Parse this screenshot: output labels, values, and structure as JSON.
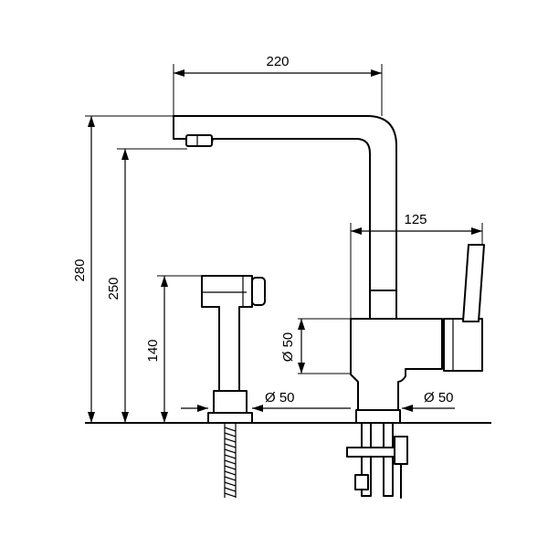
{
  "dimensions": {
    "spout_reach": "220",
    "total_height": "280",
    "spout_height": "250",
    "spray_height": "140",
    "lever_reach": "125",
    "body_diameter": "Ø 50",
    "spray_base_diameter": "Ø 50",
    "tap_base_diameter": "Ø 50"
  },
  "colors": {
    "line": "#000000",
    "background": "#ffffff"
  }
}
